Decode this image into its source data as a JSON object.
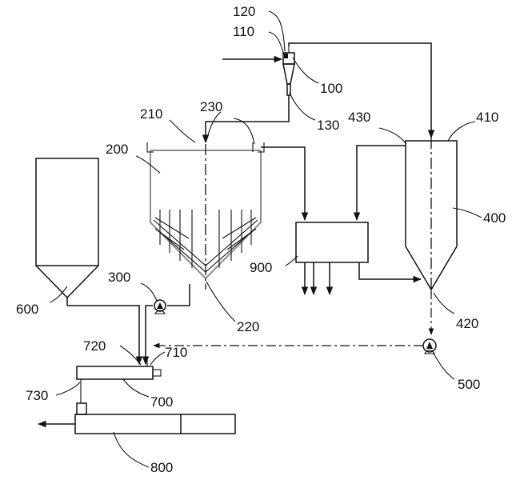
{
  "labels": {
    "l100": "100",
    "l110": "110",
    "l120": "120",
    "l130": "130",
    "l200": "200",
    "l210": "210",
    "l220": "220",
    "l230": "230",
    "l300": "300",
    "l400": "400",
    "l410": "410",
    "l420": "420",
    "l430": "430",
    "l500": "500",
    "l600": "600",
    "l700": "700",
    "l710": "710",
    "l720": "720",
    "l730": "730",
    "l800": "800",
    "l900": "900"
  }
}
